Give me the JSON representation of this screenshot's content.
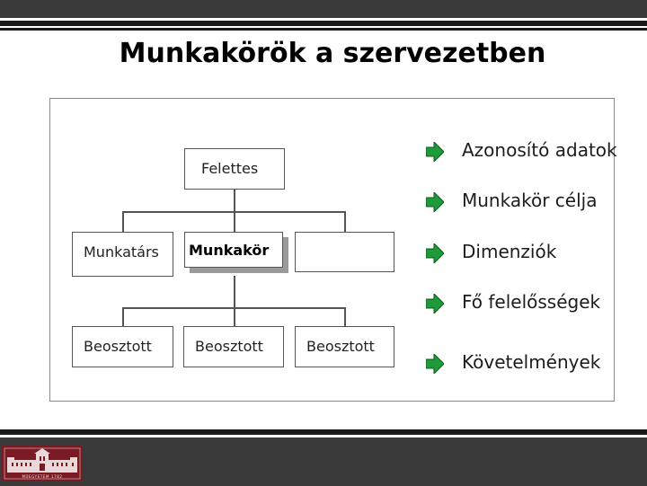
{
  "slide": {
    "title": "Munkakörök a szervezetben"
  },
  "org_chart": {
    "superior": "Felettes",
    "colleague": "Munkatárs",
    "job": "Munkakör",
    "empty_box": "",
    "subordinates": [
      "Beosztott",
      "Beosztott",
      "Beosztott"
    ]
  },
  "bullets": [
    "Azonosító adatok",
    "Munkakör célja",
    "Dimenziók",
    "Fő felelősségek",
    "Követelmények"
  ],
  "colors": {
    "arrow_green": "#1e9a3a",
    "arrow_dark": "#0f5a1f",
    "bar_dark": "#3a3a3a",
    "logo_red": "#7a1a22"
  },
  "logo": {
    "text": "MŰEGYETEM 1782"
  }
}
